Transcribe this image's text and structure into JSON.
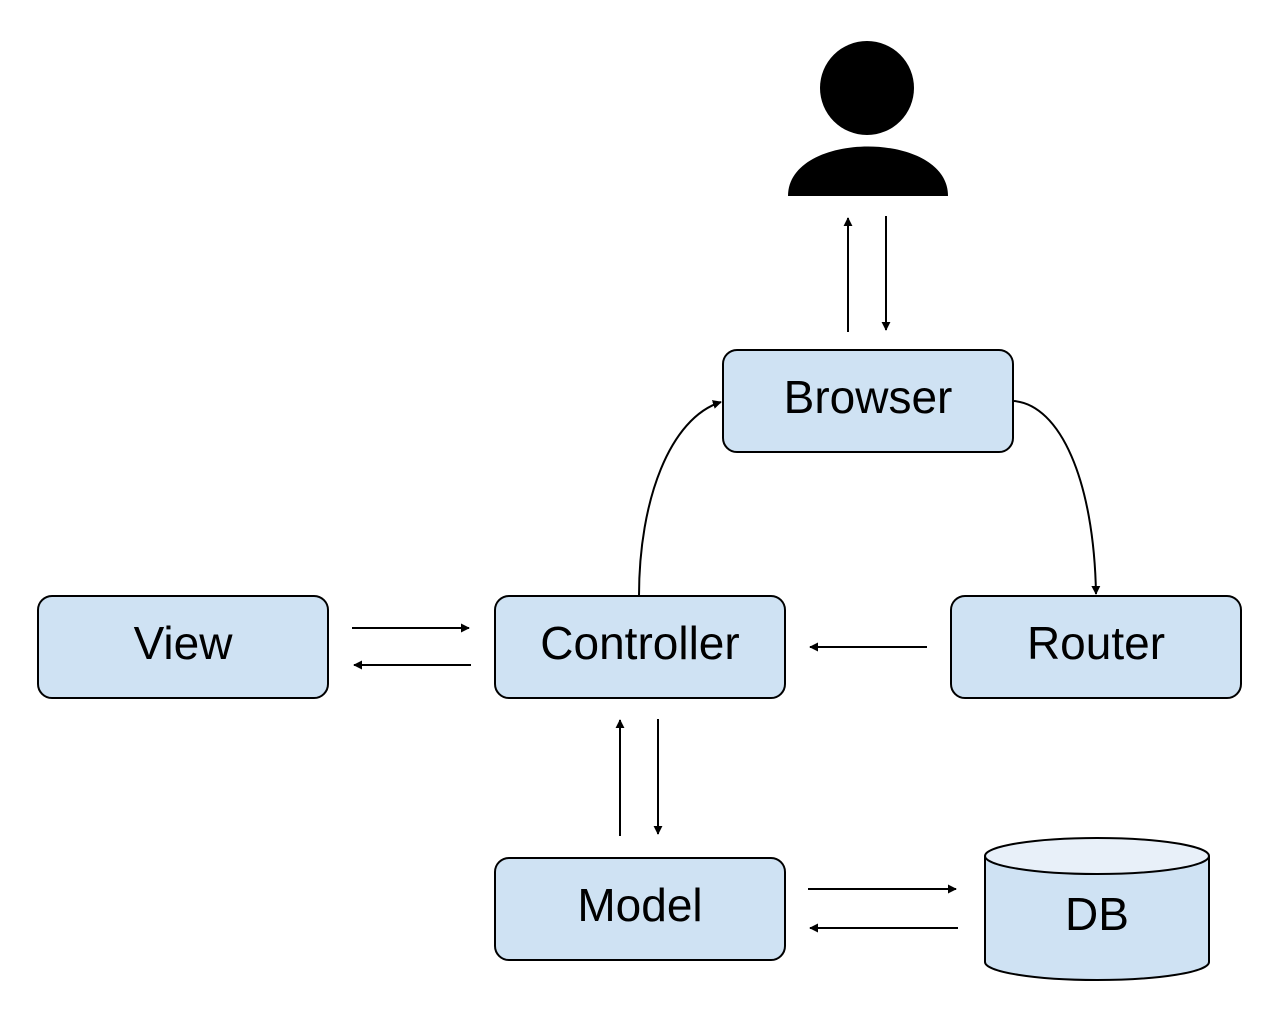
{
  "diagram": {
    "node_fill": "#cfe2f3",
    "db_top_fill": "#e8f0f9",
    "stroke_color": "#000000",
    "nodes": {
      "browser": {
        "label": "Browser"
      },
      "view": {
        "label": "View"
      },
      "controller": {
        "label": "Controller"
      },
      "router": {
        "label": "Router"
      },
      "model": {
        "label": "Model"
      },
      "db": {
        "label": "DB"
      }
    },
    "icons": {
      "user": "person-icon"
    }
  }
}
